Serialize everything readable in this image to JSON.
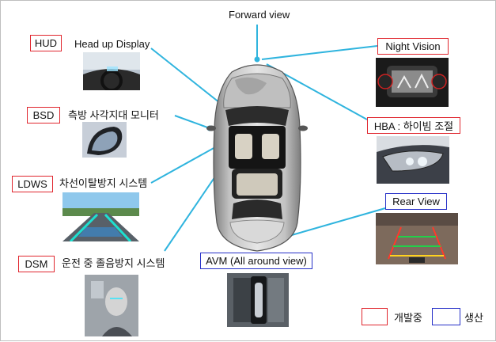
{
  "forward": "Forward view",
  "features": {
    "hud": {
      "tag": "HUD",
      "desc": "Head up Display"
    },
    "bsd": {
      "tag": "BSD",
      "desc": "측방 사각지대 모니터"
    },
    "ldws": {
      "tag": "LDWS",
      "desc": "차선이탈방지 시스템"
    },
    "dsm": {
      "tag": "DSM",
      "desc": "운전 중 졸음방지 시스템"
    },
    "night": {
      "tag": "Night Vision"
    },
    "hba": {
      "tag": "HBA : 하이빔 조절"
    },
    "rear": {
      "tag": "Rear View"
    },
    "avm": {
      "tag": "AVM (All around view)"
    }
  },
  "legend": {
    "dev": "개발중",
    "prod": "생산"
  },
  "colors": {
    "dev_border": "#e0262e",
    "prod_border": "#2630c8",
    "line": "#2fb4de"
  }
}
